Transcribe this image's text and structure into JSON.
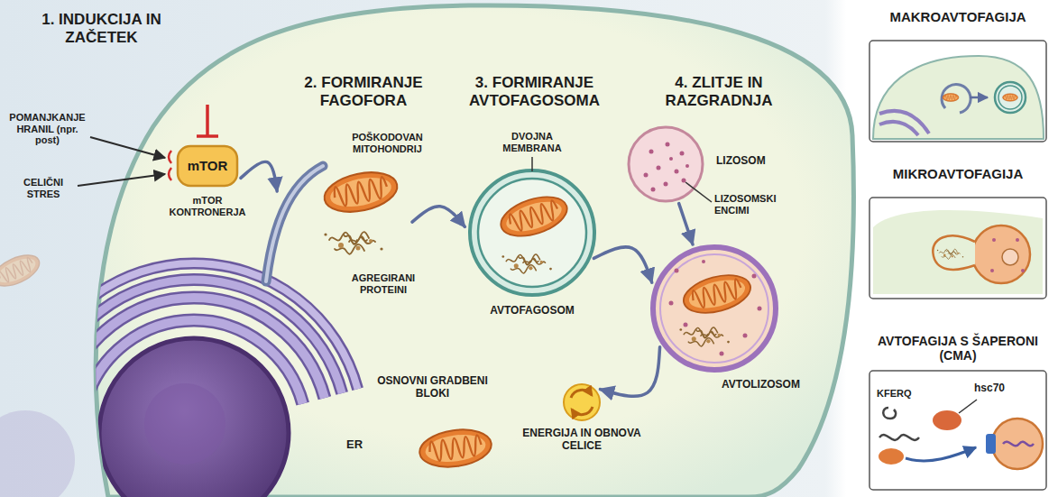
{
  "diagram": {
    "nodes": [
      {
        "text": [
          "mTOR",
          "mTOR KONTRONERJA"
        ]
      },
      {
        "text": [
          "POŠKODOVAN MITOHONDRIJ",
          "AGREGIRANI PROTEINI"
        ]
      },
      {
        "text": [
          "AVTOFAGOSOM"
        ]
      },
      {
        "text": [
          "LIZOSOM",
          "LIZOSOMSKI ENCIMI"
        ]
      },
      {
        "text": [
          "AVTOLIZOSOM"
        ]
      },
      {
        "text": [
          "ENERGIJA IN OBNOVA CELICE"
        ]
      },
      {
        "text": [
          "MAKROAVTOFAGIJA"
        ]
      },
      {
        "text": [
          "MIKROAVTOFAGIJA"
        ]
      },
      {
        "text": [
          "AVTOFAGIJA S ŠAPERONI (CMA)"
        ]
      }
    ],
    "edges": [
      {
        "from": 0,
        "to": 1,
        "arrow": "to"
      },
      {
        "from": 1,
        "to": 2,
        "arrow": "to"
      },
      {
        "from": 2,
        "to": 4,
        "arrow": "to"
      },
      {
        "from": 3,
        "to": 4,
        "arrow": "to"
      },
      {
        "from": 4,
        "to": 5,
        "arrow": "to"
      }
    ],
    "labels": [
      "1. INDUKCIJA IN ZAČETEK",
      "POMANJKANJE HRANIL (npr. post)",
      "CELIČNI STRES",
      "2. FORMIRANJE FAGOFORA",
      "3. FORMIRANJE AVTOFAGOSOMA",
      "DVOJNA MEMBRANA",
      "4. ZLITJE IN RAZGRADNJA",
      "OSNOVNI GRADBENI BLOKI",
      "ER",
      "KFERQ",
      "hsc70"
    ]
  }
}
